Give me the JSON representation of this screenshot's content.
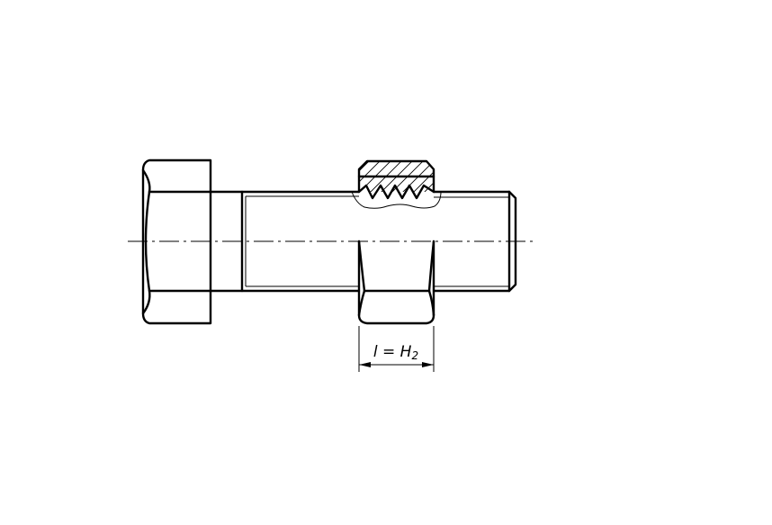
{
  "dimension": {
    "l": "l",
    "eq": " = ",
    "h": "H",
    "sub": "2"
  }
}
